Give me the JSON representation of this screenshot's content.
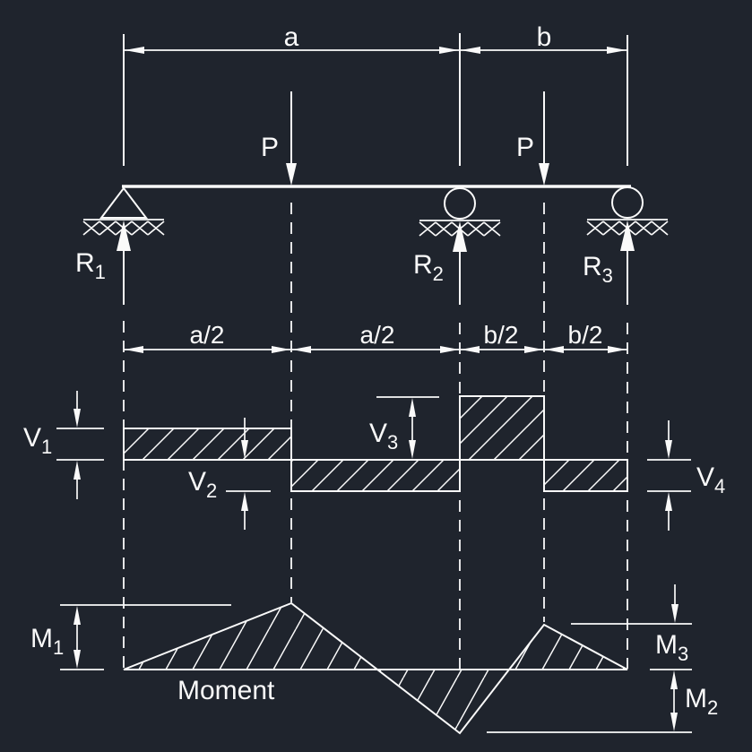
{
  "theme": {
    "background": "#1f242d",
    "line_color": "#fafafa"
  },
  "top_dimensions": {
    "a_label": "a",
    "b_label": "b"
  },
  "loads": {
    "p1_label": "P",
    "p2_label": "P"
  },
  "reactions": {
    "r1": {
      "base": "R",
      "sub": "1"
    },
    "r2": {
      "base": "R",
      "sub": "2"
    },
    "r3": {
      "base": "R",
      "sub": "3"
    }
  },
  "span_dimensions": {
    "seg1": "a/2",
    "seg2": "a/2",
    "seg3": "b/2",
    "seg4": "b/2"
  },
  "shear_diagram": {
    "v1": {
      "base": "V",
      "sub": "1"
    },
    "v2": {
      "base": "V",
      "sub": "2"
    },
    "v3": {
      "base": "V",
      "sub": "3"
    },
    "v4": {
      "base": "V",
      "sub": "4"
    }
  },
  "moment_diagram": {
    "title": "Moment",
    "m1": {
      "base": "M",
      "sub": "1"
    },
    "m2": {
      "base": "M",
      "sub": "2"
    },
    "m3": {
      "base": "M",
      "sub": "3"
    }
  }
}
